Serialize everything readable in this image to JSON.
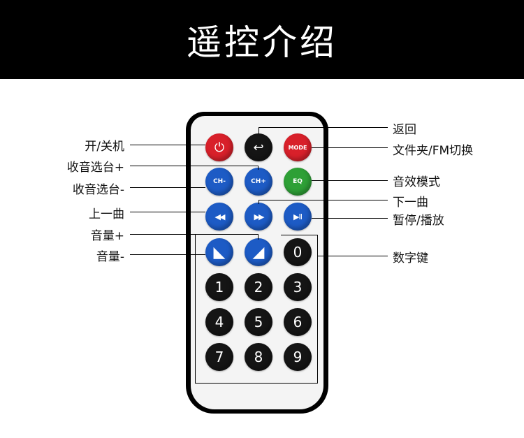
{
  "banner": {
    "title": "遥控介绍"
  },
  "buttons": {
    "power": "⏻",
    "back": "↩",
    "mode": "MODE",
    "ch_minus": "CH-",
    "ch_plus": "CH+",
    "eq": "EQ",
    "prev": "◀◀",
    "next": "▶▶",
    "play_pause": "▶II",
    "vol_down": "◣",
    "vol_up": "◢",
    "digits": [
      "0",
      "1",
      "2",
      "3",
      "4",
      "5",
      "6",
      "7",
      "8",
      "9"
    ]
  },
  "labels": {
    "power": "开/关机",
    "ch_plus": "收音选台+",
    "ch_minus": "收音选台-",
    "prev": "上一曲",
    "vol_up": "音量+",
    "vol_down": "音量-",
    "back": "返回",
    "mode": "文件夹/FM切换",
    "eq": "音效模式",
    "next": "下一曲",
    "play_pause": "暂停/播放",
    "digits": "数字键"
  },
  "colors": {
    "red": "#d8202a",
    "black": "#151515",
    "blue": "#1d5bc5",
    "green": "#2ea036"
  }
}
